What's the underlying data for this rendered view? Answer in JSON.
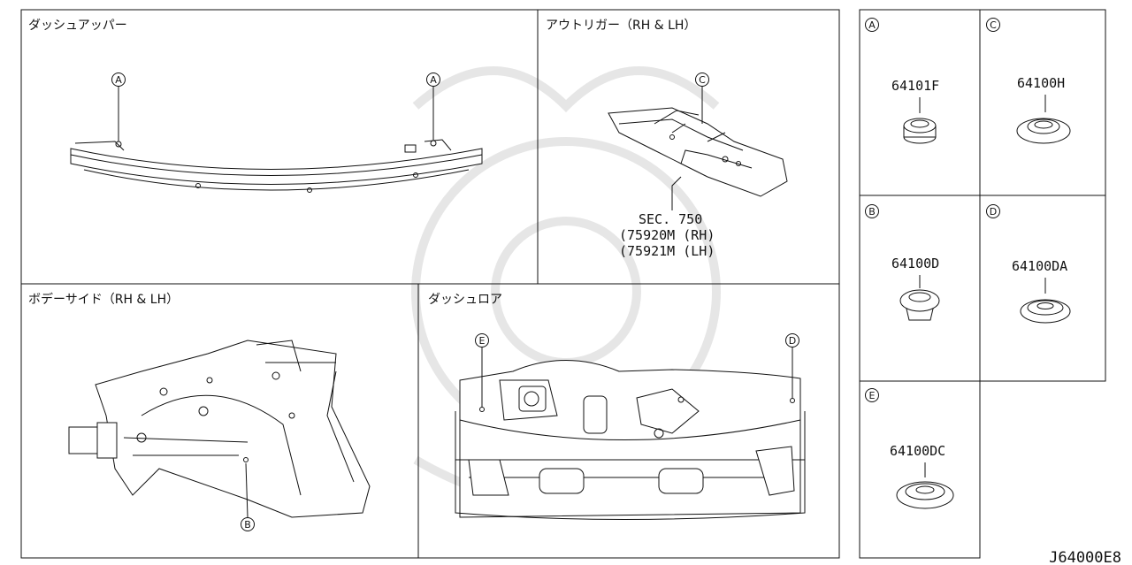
{
  "panels": {
    "dash_upper": {
      "title": "ダッシュアッパー",
      "callouts": [
        "A",
        "A"
      ]
    },
    "outrigger": {
      "title": "アウトリガー（RH & LH）",
      "callout": "C",
      "ref_lines": [
        "SEC. 750",
        "(75920M (RH)",
        "(75921M (LH)"
      ]
    },
    "body_side": {
      "title": "ボデーサイド（RH & LH）",
      "callout": "B"
    },
    "dash_lower": {
      "title": "ダッシュロア",
      "callouts": [
        "E",
        "D"
      ]
    }
  },
  "parts": [
    {
      "letter": "A",
      "part_number": "64101F"
    },
    {
      "letter": "C",
      "part_number": "64100H"
    },
    {
      "letter": "B",
      "part_number": "64100D"
    },
    {
      "letter": "D",
      "part_number": "64100DA"
    },
    {
      "letter": "E",
      "part_number": "64100DC"
    }
  ],
  "diagram_code": "J64000E8"
}
